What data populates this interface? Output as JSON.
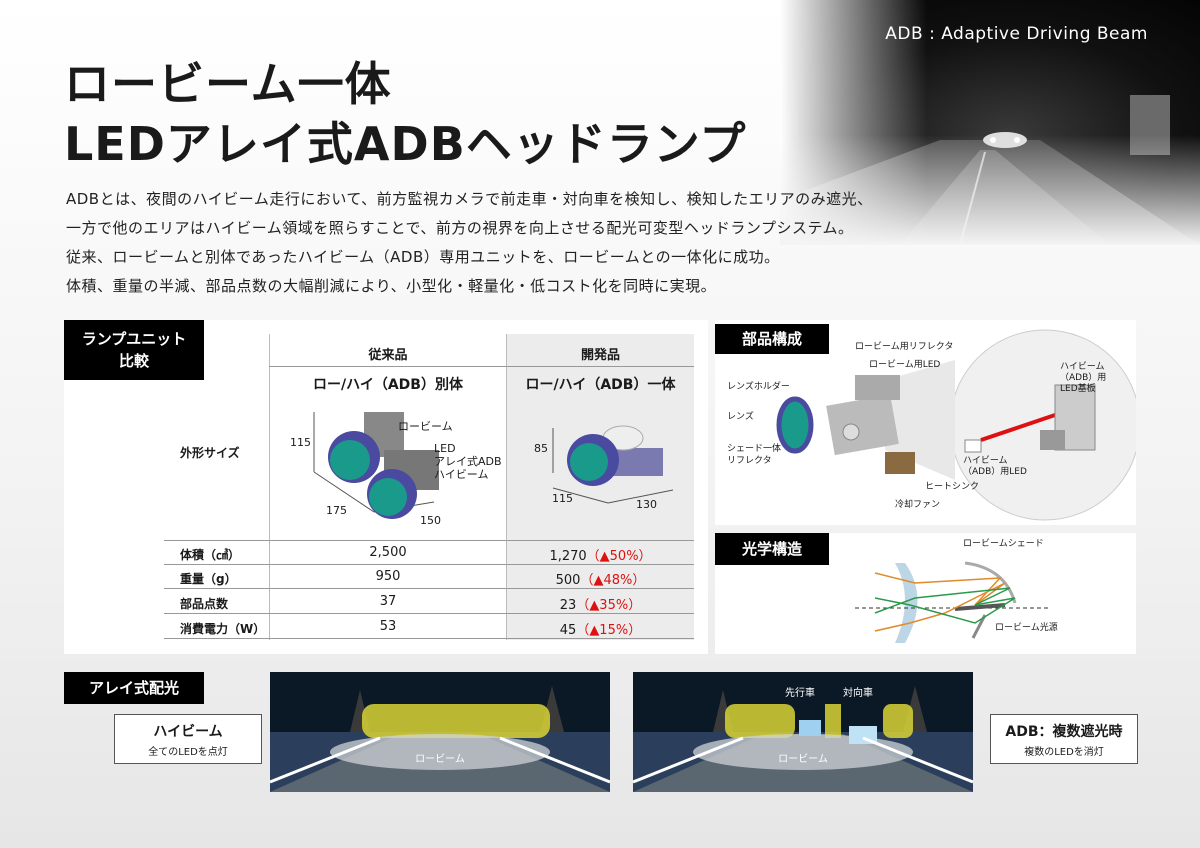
{
  "header": {
    "adb_caption": "ADB : Adaptive Driving Beam",
    "title_line1": "ロービーム一体",
    "title_line2": "LEDアレイ式ADBヘッドランプ",
    "intro": [
      "ADBとは、夜間のハイビーム走行において、前方監視カメラで前走車・対向車を検知し、検知したエリアのみ遮光、",
      "一方で他のエリアはハイビーム領域を照らすことで、前方の視界を向上させる配光可変型ヘッドランプシステム。",
      "従来、ロービームと別体であったハイビーム（ADB）専用ユニットを、ロービームとの一体化に成功。",
      "体積、重量の半減、部品点数の大幅削減により、小型化・軽量化・低コスト化を同時に実現。"
    ]
  },
  "comparison": {
    "label_line1": "ランプユニット",
    "label_line2": "比較",
    "col_conventional": "従来品",
    "col_developed": "開発品",
    "sub_conventional": "ロー/ハイ（ADB）別体",
    "sub_developed": "ロー/ハイ（ADB）一体",
    "row_shape": "外形サイズ",
    "conv_labels": {
      "low": "ロービーム",
      "led": "LED",
      "led2": "アレイ式ADB",
      "led3": "ハイビーム"
    },
    "conv_dims": {
      "h": "115",
      "d": "175",
      "w": "150"
    },
    "dev_dims": {
      "h": "85",
      "d": "115",
      "w": "130"
    },
    "rows": [
      {
        "label": "体積（㎤）",
        "conv": "2,500",
        "dev": "1,270",
        "delta": "（▲50%）"
      },
      {
        "label": "重量（g）",
        "conv": "950",
        "dev": "500",
        "delta": "（▲48%）"
      },
      {
        "label": "部品点数",
        "conv": "37",
        "dev": "23",
        "delta": "（▲35%）"
      },
      {
        "label": "消費電力（W）",
        "conv": "53",
        "dev": "45",
        "delta": "（▲15%）"
      }
    ]
  },
  "parts": {
    "label": "部品構成",
    "items": {
      "reflector": "ロービーム用リフレクタ",
      "low_led": "ロービーム用LED",
      "holder": "レンズホルダー",
      "lens": "レンズ",
      "shade1": "シェード一体",
      "shade2": "リフレクタ",
      "heatsink": "ヒートシンク",
      "fan": "冷却ファン",
      "hb_board1": "ハイビーム",
      "hb_board2": "（ADB）用",
      "hb_board3": "LED基板",
      "hb_led1": "ハイビーム",
      "hb_led2": "（ADB）用LED"
    }
  },
  "optics": {
    "label": "光学構造",
    "shade": "ロービームシェード",
    "source": "ロービーム光源"
  },
  "array": {
    "label": "アレイ式配光",
    "left_title": "ハイビーム",
    "left_sub": "全てのLEDを点灯",
    "right_title": "ADB：複数遮光時",
    "right_sub": "複数のLEDを消灯",
    "low_beam": "ロービーム",
    "preceding": "先行車",
    "oncoming": "対向車"
  },
  "colors": {
    "accent_red": "#dd1111",
    "beam_yellow": "#d9d335",
    "night_blue": "#0b1826"
  }
}
